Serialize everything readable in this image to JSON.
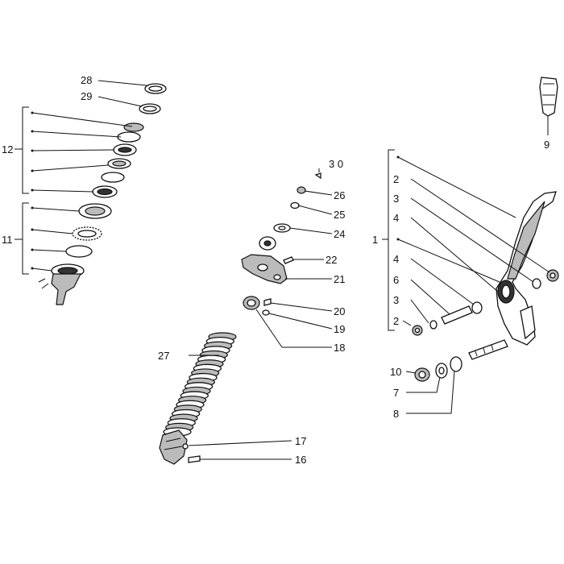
{
  "labels": {
    "l1": "1",
    "l2a": "2",
    "l2b": "2",
    "l3a": "3",
    "l3b": "3",
    "l4a": "4",
    "l4b": "4",
    "l6": "6",
    "l7": "7",
    "l8": "8",
    "l9": "9",
    "l10": "10",
    "l11": "11",
    "l12": "12",
    "l16": "16",
    "l17": "17",
    "l18": "18",
    "l19": "19",
    "l20": "20",
    "l21": "21",
    "l22": "22",
    "l24": "24",
    "l25": "25",
    "l26": "26",
    "l27": "27",
    "l28": "28",
    "l29": "29",
    "l30": "3 0"
  }
}
